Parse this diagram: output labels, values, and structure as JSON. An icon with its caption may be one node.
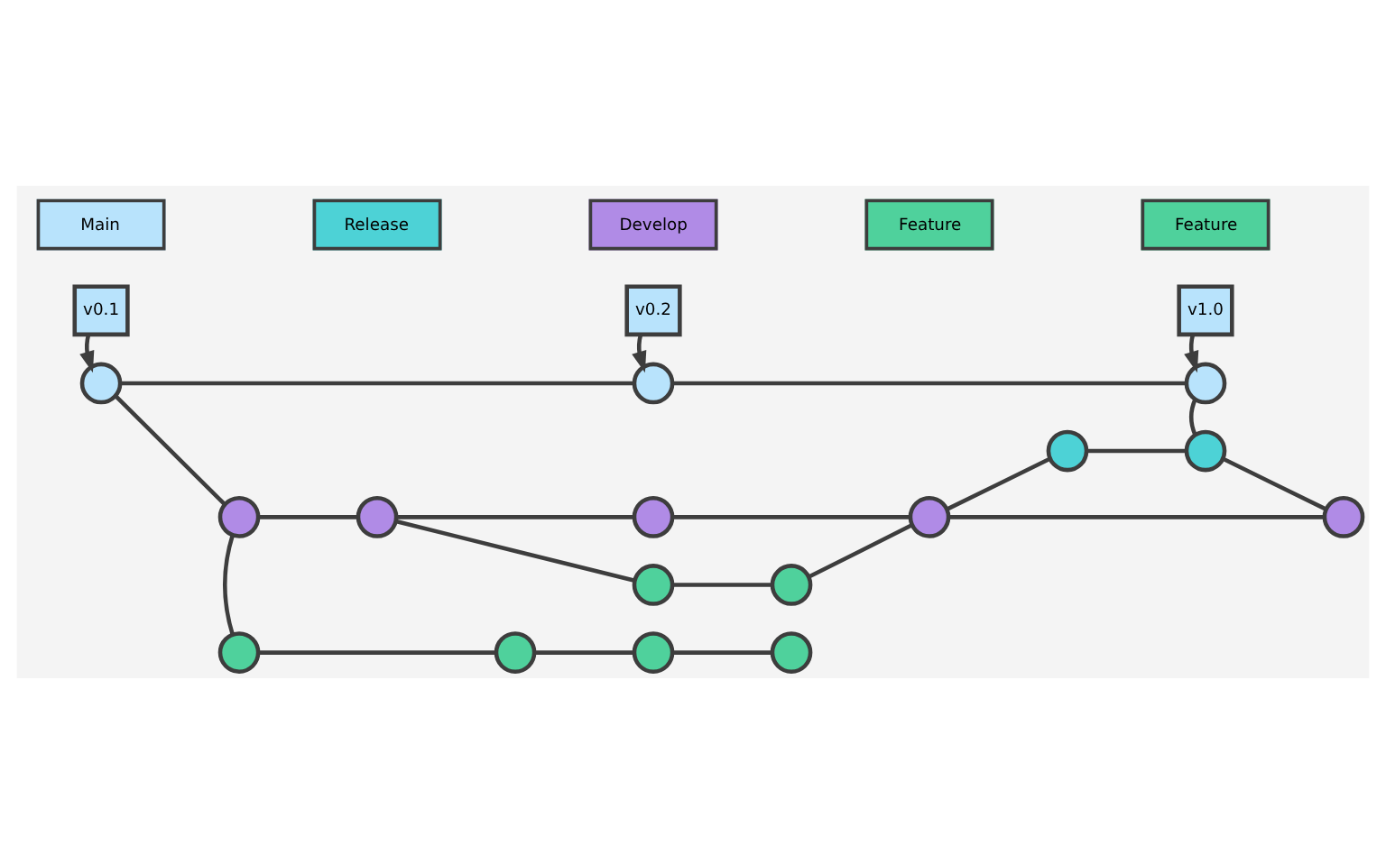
{
  "diagram": {
    "nodes": [
      {
        "text": [
          "v0.1"
        ]
      },
      {
        "text": [
          "v0.2"
        ]
      },
      {
        "text": [
          "v1.0"
        ]
      },
      {
        "text": [],
        "shape": "circle"
      },
      {
        "text": [],
        "shape": "circle"
      },
      {
        "text": [],
        "shape": "circle"
      },
      {
        "text": [],
        "shape": "circle"
      },
      {
        "text": [],
        "shape": "circle"
      },
      {
        "text": [],
        "shape": "circle"
      },
      {
        "text": [],
        "shape": "circle"
      },
      {
        "text": [],
        "shape": "circle"
      },
      {
        "text": [],
        "shape": "circle"
      },
      {
        "text": [],
        "shape": "circle"
      },
      {
        "text": [],
        "shape": "circle"
      },
      {
        "text": [],
        "shape": "circle"
      },
      {
        "text": [],
        "shape": "circle"
      },
      {
        "text": [],
        "shape": "circle"
      },
      {
        "text": [],
        "shape": "circle"
      },
      {
        "text": [],
        "shape": "circle"
      }
    ],
    "edges": [
      {
        "from": 0,
        "to": 3,
        "arrow": "to"
      },
      {
        "from": 1,
        "to": 4,
        "arrow": "to"
      },
      {
        "from": 2,
        "to": 5,
        "arrow": "to"
      },
      {
        "from": 3,
        "to": 4,
        "arrow": "none"
      },
      {
        "from": 4,
        "to": 5,
        "arrow": "none"
      },
      {
        "from": 3,
        "to": 8,
        "arrow": "none"
      },
      {
        "from": 8,
        "to": 9,
        "arrow": "none"
      },
      {
        "from": 9,
        "to": 10,
        "arrow": "none"
      },
      {
        "from": 10,
        "to": 11,
        "arrow": "none"
      },
      {
        "from": 9,
        "to": 13,
        "arrow": "none"
      },
      {
        "from": 13,
        "to": 14,
        "arrow": "none"
      },
      {
        "from": 14,
        "to": 11,
        "arrow": "none"
      },
      {
        "from": 8,
        "to": 15,
        "arrow": "none"
      },
      {
        "from": 15,
        "to": 16,
        "arrow": "none"
      },
      {
        "from": 16,
        "to": 17,
        "arrow": "none"
      },
      {
        "from": 17,
        "to": 18,
        "arrow": "none"
      },
      {
        "from": 11,
        "to": 6,
        "arrow": "none"
      },
      {
        "from": 6,
        "to": 7,
        "arrow": "none"
      },
      {
        "from": 7,
        "to": 5,
        "arrow": "none"
      },
      {
        "from": 7,
        "to": 12,
        "arrow": "none"
      },
      {
        "from": 11,
        "to": 12,
        "arrow": "none"
      }
    ],
    "legend": [
      {
        "text": "Main",
        "color": "#b8e3fc"
      },
      {
        "text": "Release",
        "color": "#4dd2d6"
      },
      {
        "text": "Develop",
        "color": "#b08be6"
      },
      {
        "text": "Feature",
        "color": "#4fd19c"
      },
      {
        "text": "Feature",
        "color": "#4fd19c"
      }
    ]
  }
}
